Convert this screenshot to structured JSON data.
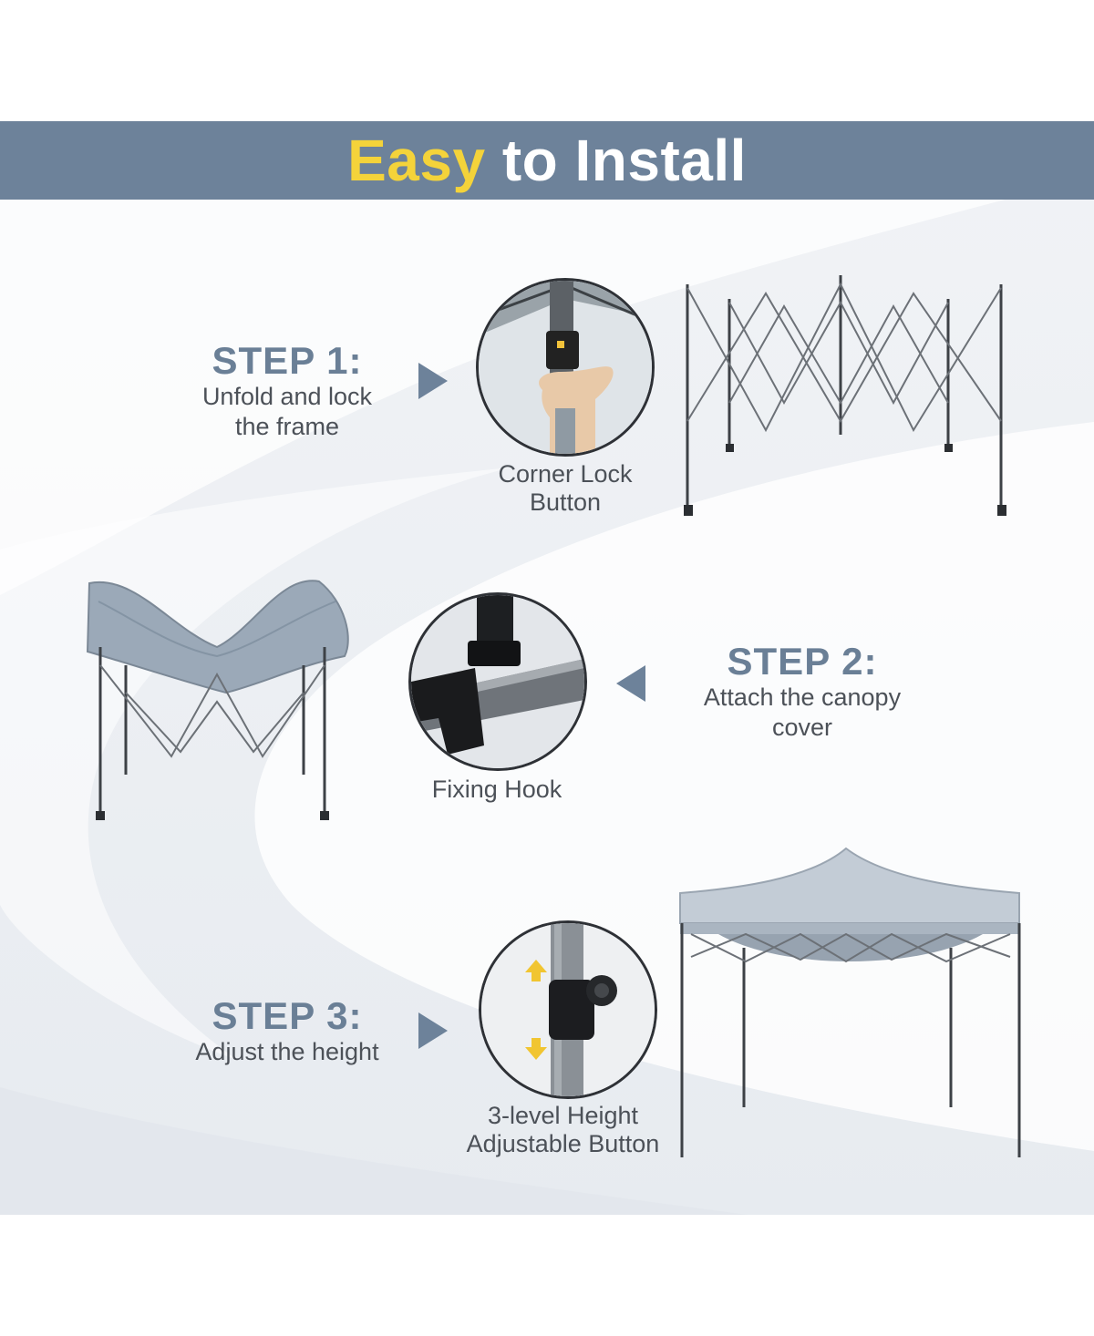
{
  "banner": {
    "title_highlight": "Easy",
    "title_rest": "to Install",
    "colors": {
      "bar": "#6d829a",
      "highlight": "#f4d33a",
      "text": "#ffffff"
    }
  },
  "steps": [
    {
      "heading": "STEP 1:",
      "description_lines": [
        "Unfold and lock",
        "the frame"
      ],
      "detail_caption_lines": [
        "Corner Lock",
        "Button"
      ]
    },
    {
      "heading": "STEP 2:",
      "description_lines": [
        "Attach the canopy",
        "cover"
      ],
      "detail_caption_lines": [
        "Fixing Hook"
      ]
    },
    {
      "heading": "STEP 3:",
      "description_lines": [
        "Adjust the height"
      ],
      "detail_caption_lines": [
        "3-level Height",
        "Adjustable Button"
      ]
    }
  ],
  "icons": {
    "pointer_right": "triangle-right-icon",
    "pointer_left": "triangle-left-icon",
    "height_arrows": "up-down-arrow-icon"
  },
  "accent_color": "#6d829a"
}
